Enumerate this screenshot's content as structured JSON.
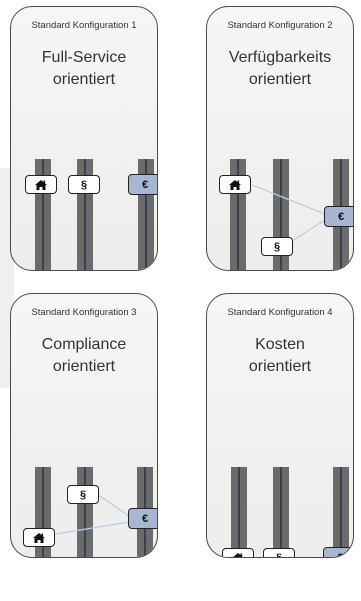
{
  "cards": [
    {
      "subtitle": "Standard Konfiguration 1",
      "title_line1": "Full-Service",
      "title_line2": "orientiert"
    },
    {
      "subtitle": "Standard Konfiguration 2",
      "title_line1": "Verfügbarkeits",
      "title_line2": "orientiert"
    },
    {
      "subtitle": "Standard Konfiguration 3",
      "title_line1": "Compliance",
      "title_line2": "orientiert"
    },
    {
      "subtitle": "Standard Konfiguration 4",
      "title_line1": "Kosten",
      "title_line2": "orientiert"
    }
  ],
  "tags": {
    "service_icon": "house-icon",
    "compliance_symbol": "§",
    "cost_symbol": "€"
  },
  "colors": {
    "pillar": "#6b6b6b",
    "euro_tag": "#a9b6d3",
    "connector": "#b6d0e6"
  }
}
